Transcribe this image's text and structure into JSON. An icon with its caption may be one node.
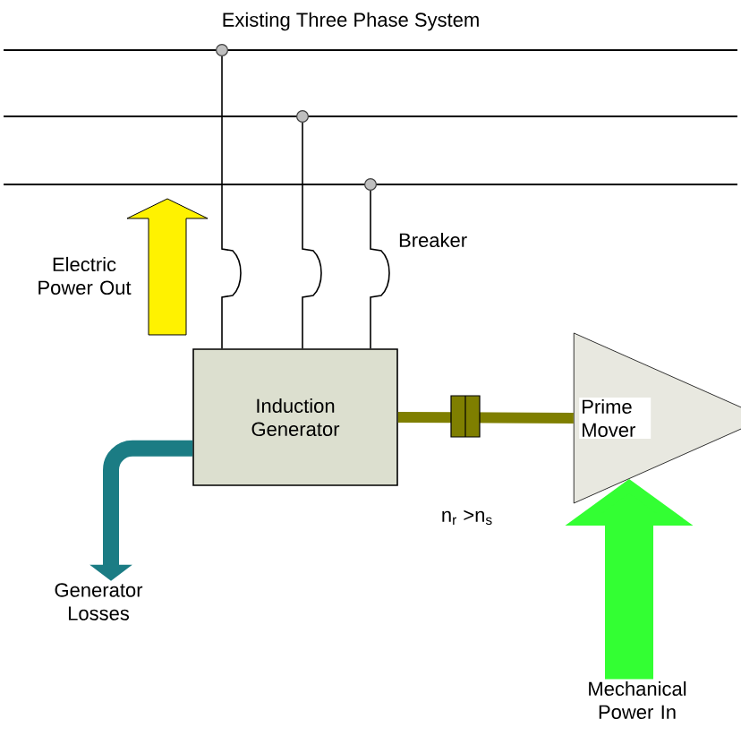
{
  "diagram": {
    "title": "Existing Three Phase System",
    "nodes": [
      {
        "text": [],
        "shape": "bar"
      },
      {
        "text": [],
        "shape": "bar"
      },
      {
        "text": [],
        "shape": "bar"
      },
      {
        "text": [
          "Induction Generator"
        ]
      },
      {
        "text": [
          "Prime Mover"
        ]
      },
      {
        "text": [
          "Generator Losses"
        ]
      },
      {
        "text": [
          "Mechanical Power In"
        ]
      }
    ],
    "edges": [
      {
        "from": 3,
        "to": 0,
        "arrow": "none"
      },
      {
        "from": 3,
        "to": 1,
        "arrow": "none"
      },
      {
        "from": 3,
        "to": 2,
        "arrow": "none"
      },
      {
        "from": 3,
        "to": 4,
        "arrow": "none",
        "style": "thick",
        "color": "#7f7f00"
      },
      {
        "from": 3,
        "to": 5,
        "arrow": "to",
        "style": "thick",
        "color": "#1b7c84"
      },
      {
        "from": 6,
        "to": 4,
        "arrow": "to",
        "style": "thick",
        "color": "#33ff33"
      }
    ],
    "labels": [
      "Electric Power Out",
      "Breaker",
      "n$_{r}$ >n$_{s}$"
    ]
  }
}
